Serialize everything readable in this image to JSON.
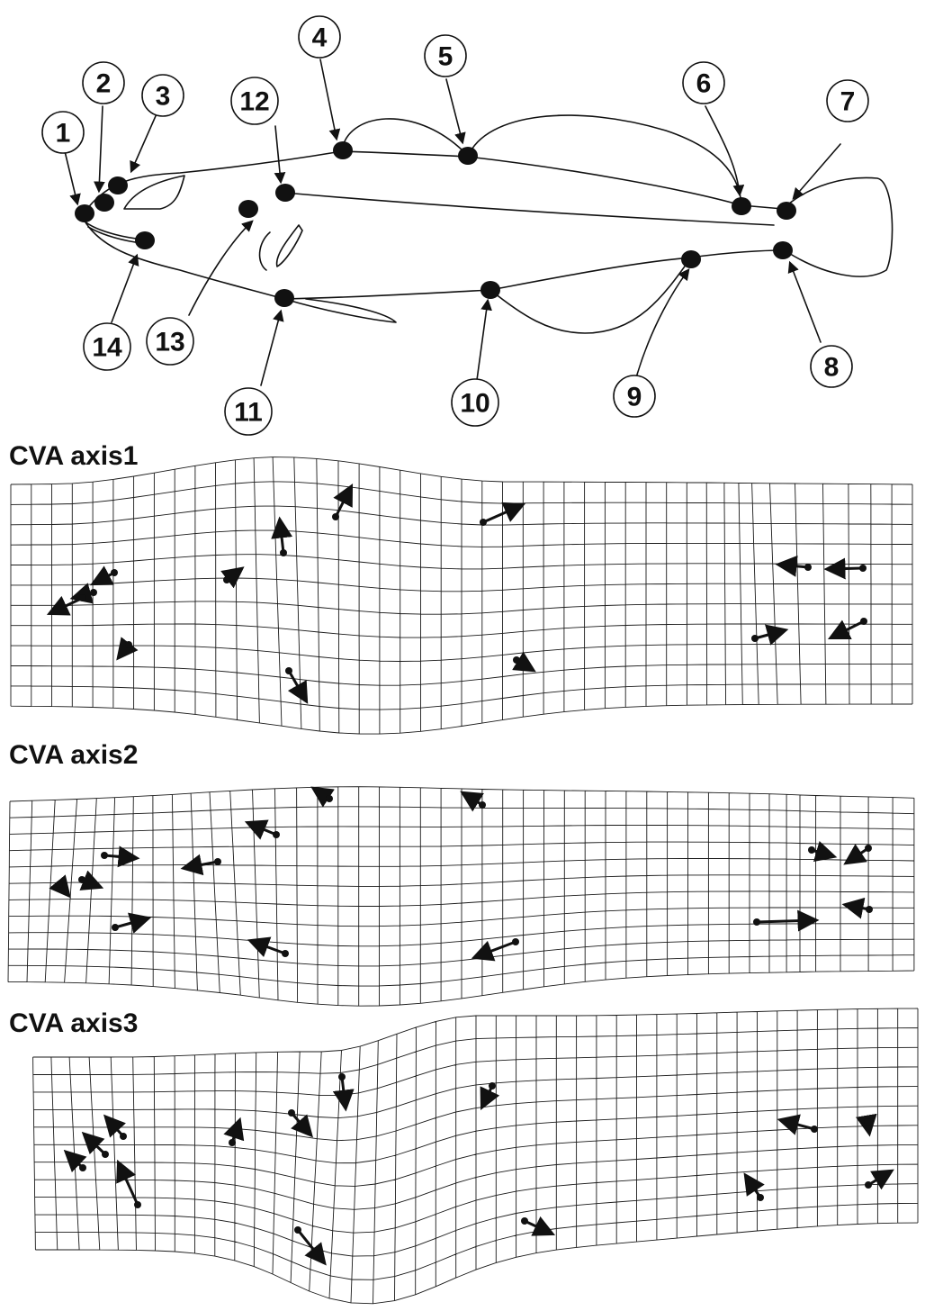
{
  "landmark_labels": [
    "1",
    "2",
    "3",
    "4",
    "5",
    "6",
    "7",
    "8",
    "9",
    "10",
    "11",
    "12",
    "13",
    "14"
  ],
  "panel_titles": [
    "CVA axis1",
    "CVA axis2",
    "CVA axis3"
  ],
  "colors": {
    "ink": "#111111",
    "background": "#ffffff"
  }
}
